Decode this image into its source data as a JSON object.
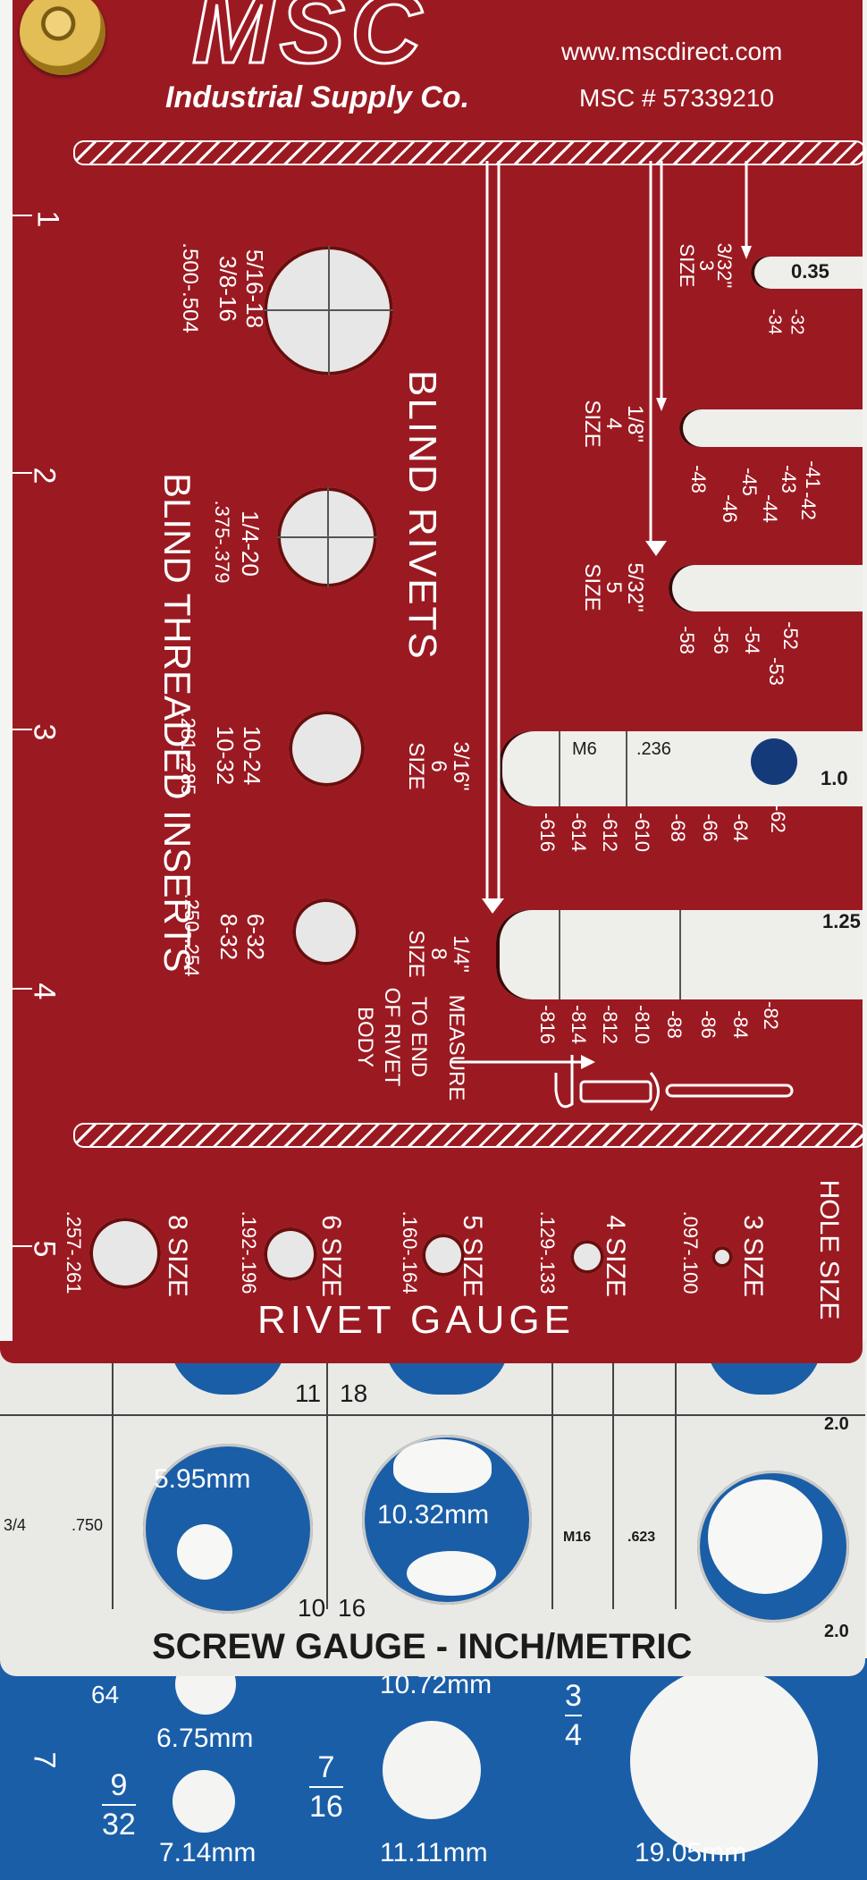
{
  "colors": {
    "rivet_red": "#9b1a22",
    "screw_gray": "#e9e9e6",
    "drill_blue": "#1a5ea8",
    "ruler_white": "#f4f4f2",
    "brass": "#c9a233"
  },
  "brand": {
    "logo": "MSC",
    "company": "Industrial Supply Co.",
    "website": "www.mscdirect.com",
    "part_number": "MSC # 57339210"
  },
  "ruler": {
    "numbers": [
      "1",
      "2",
      "3",
      "4",
      "5",
      "7"
    ]
  },
  "rivet_gauge": {
    "title": "RIVET GAUGE",
    "vertical_labels": {
      "blind_rivets": "BLIND RIVETS",
      "blind_threaded_inserts": "BLIND THREADED INSERTS"
    },
    "insert_holes": [
      {
        "thread_a": "5/16-18",
        "thread_b": "3/8-16",
        "range": ".500-.504"
      },
      {
        "thread_a": "1/4-20",
        "thread_b": "",
        "range": ".375-.379"
      },
      {
        "thread_a": "10-24",
        "thread_b": "10-32",
        "range": ".281-.285"
      },
      {
        "thread_a": "6-32",
        "thread_b": "8-32",
        "range": ".250-.254"
      }
    ],
    "slots": [
      {
        "size": "3/32\"",
        "num": "3",
        "word": "SIZE",
        "ticks": [
          "-34",
          "-32"
        ],
        "end_value": "0.35"
      },
      {
        "size": "1/8\"",
        "num": "4",
        "word": "SIZE",
        "ticks": [
          "-48",
          "-46",
          "-45",
          "-44",
          "-43",
          "-42",
          "-41"
        ]
      },
      {
        "size": "5/32\"",
        "num": "5",
        "word": "SIZE",
        "ticks": [
          "-58",
          "-56",
          "-54",
          "-53",
          "-52"
        ]
      },
      {
        "size": "3/16\"",
        "num": "6",
        "word": "SIZE",
        "ticks": [
          "-616",
          "-614",
          "-612",
          "-610",
          "-68",
          "-66",
          "-64",
          "-62"
        ],
        "inner_labels": [
          "M6",
          ".236"
        ],
        "end_value": "1.0"
      },
      {
        "size": "1/4\"",
        "num": "8",
        "word": "SIZE",
        "ticks": [
          "-816",
          "-814",
          "-812",
          "-810",
          "-88",
          "-86",
          "-84",
          "-82"
        ],
        "end_value": "1.25"
      }
    ],
    "measure_note": [
      "MEASURE",
      "TO END",
      "OF RIVET",
      "BODY"
    ],
    "hole_sizes": {
      "header": "HOLE SIZE",
      "items": [
        {
          "size": "3 SIZE",
          "range": ".097-.100"
        },
        {
          "size": "4 SIZE",
          "range": ".129-.133"
        },
        {
          "size": "5 SIZE",
          "range": ".160-.164"
        },
        {
          "size": "6 SIZE",
          "range": ".192-.196"
        },
        {
          "size": "8 SIZE",
          "range": ".257-.261"
        }
      ]
    }
  },
  "screw_gauge": {
    "title": "SCREW GAUGE - INCH/METRIC",
    "labels": {
      "n11": "11",
      "n18": "18",
      "n10": "10",
      "n16": "16",
      "frac": "3/4",
      "dec": ".750",
      "m16": "M16",
      "d623": ".623",
      "v1": "2.0",
      "v2": "2.0"
    },
    "holes": [
      "5.95mm",
      "10.32mm"
    ]
  },
  "drill_gauge": {
    "labels": {
      "f64": "64",
      "m1": "6.75mm",
      "m2": "10.72mm",
      "m3": "7.14mm",
      "m4": "11.11mm",
      "m5": "19.05mm"
    },
    "fractions": [
      {
        "num": "9",
        "den": "32"
      },
      {
        "num": "7",
        "den": "16"
      },
      {
        "num": "3",
        "den": "4"
      }
    ]
  }
}
